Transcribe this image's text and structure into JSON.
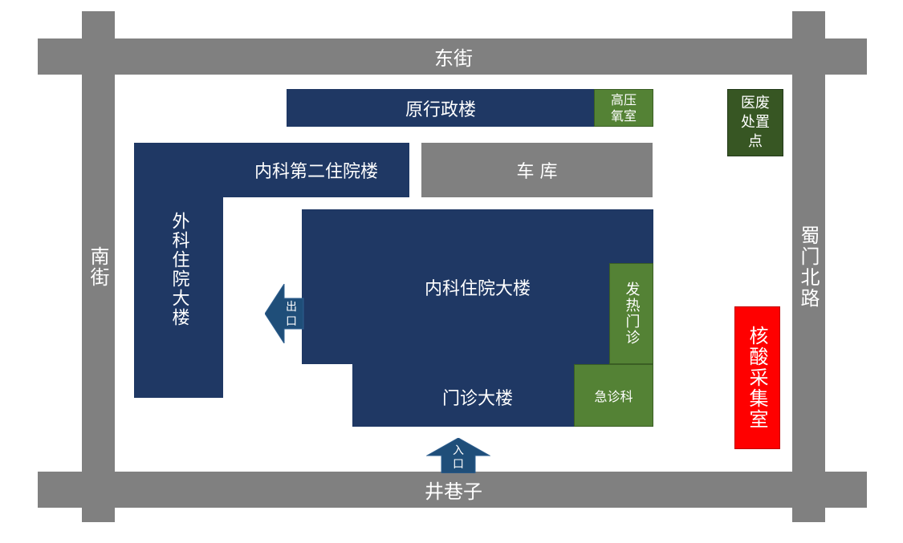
{
  "roads": {
    "north": "东街",
    "south": "井巷子",
    "west": "南街",
    "east": "蜀门北路"
  },
  "buildings": {
    "admin": "原行政楼",
    "hyperbaric": "高压氧室",
    "medical_waste": "医废处置点",
    "internal_ward_2": "内科第二住院楼",
    "garage": "车 库",
    "surgical_ward": "外科住院大楼",
    "internal_ward": "内科住院大楼",
    "fever_clinic": "发热门诊",
    "outpatient": "门诊大楼",
    "emergency": "急诊科",
    "nucleic": "核酸采集室"
  },
  "arrows": {
    "exit": "出口",
    "entrance": "入口"
  },
  "colors": {
    "road": "#808080",
    "building": "#1f3864",
    "clinic_green": "#548235",
    "waste_green": "#375623",
    "nucleic_red": "#ff0000"
  }
}
